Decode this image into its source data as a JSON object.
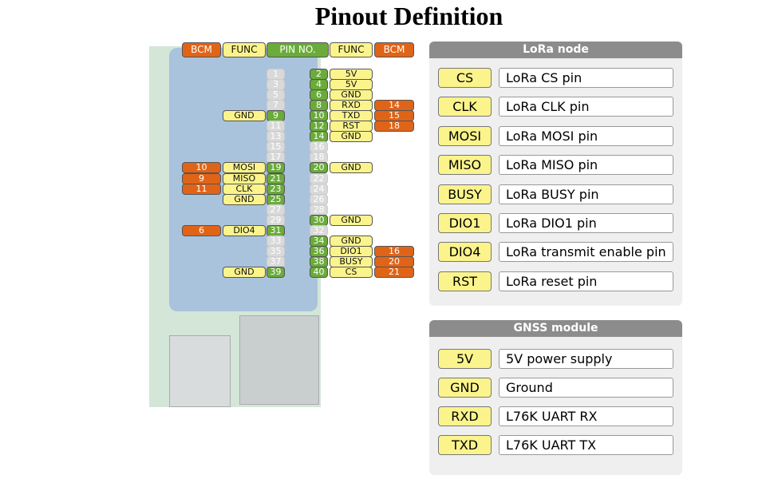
{
  "title": "Pinout Definition",
  "header": {
    "bcm_left": "BCM",
    "func_left": "FUNC",
    "pin_no": "PIN NO.",
    "func_right": "FUNC",
    "bcm_right": "BCM"
  },
  "pin_rows": [
    {
      "odd": {
        "pin": "1"
      },
      "even": {
        "pin": "2",
        "func": "5V"
      }
    },
    {
      "odd": {
        "pin": "3"
      },
      "even": {
        "pin": "4",
        "func": "5V"
      }
    },
    {
      "odd": {
        "pin": "5"
      },
      "even": {
        "pin": "6",
        "func": "GND"
      }
    },
    {
      "odd": {
        "pin": "7"
      },
      "even": {
        "pin": "8",
        "func": "RXD",
        "bcm": "14"
      }
    },
    {
      "odd": {
        "pin": "9",
        "func": "GND"
      },
      "even": {
        "pin": "10",
        "func": "TXD",
        "bcm": "15"
      }
    },
    {
      "odd": {
        "pin": "11"
      },
      "even": {
        "pin": "12",
        "func": "RST",
        "bcm": "18"
      }
    },
    {
      "odd": {
        "pin": "13"
      },
      "even": {
        "pin": "14",
        "func": "GND"
      }
    },
    {
      "odd": {
        "pin": "15"
      },
      "even": {
        "pin": "16"
      }
    },
    {
      "odd": {
        "pin": "17"
      },
      "even": {
        "pin": "18"
      }
    },
    {
      "odd": {
        "pin": "19",
        "func": "MOSI",
        "bcm": "10"
      },
      "even": {
        "pin": "20",
        "func": "GND"
      }
    },
    {
      "odd": {
        "pin": "21",
        "func": "MISO",
        "bcm": "9"
      },
      "even": {
        "pin": "22"
      }
    },
    {
      "odd": {
        "pin": "23",
        "func": "CLK",
        "bcm": "11"
      },
      "even": {
        "pin": "24"
      }
    },
    {
      "odd": {
        "pin": "25",
        "func": "GND"
      },
      "even": {
        "pin": "26"
      }
    },
    {
      "odd": {
        "pin": "27"
      },
      "even": {
        "pin": "28"
      }
    },
    {
      "odd": {
        "pin": "29"
      },
      "even": {
        "pin": "30",
        "func": "GND"
      }
    },
    {
      "odd": {
        "pin": "31",
        "func": "DIO4",
        "bcm": "6"
      },
      "even": {
        "pin": "32"
      }
    },
    {
      "odd": {
        "pin": "33"
      },
      "even": {
        "pin": "34",
        "func": "GND"
      }
    },
    {
      "odd": {
        "pin": "35"
      },
      "even": {
        "pin": "36",
        "func": "DIO1",
        "bcm": "16"
      }
    },
    {
      "odd": {
        "pin": "37"
      },
      "even": {
        "pin": "38",
        "func": "BUSY",
        "bcm": "20"
      }
    },
    {
      "odd": {
        "pin": "39",
        "func": "GND"
      },
      "even": {
        "pin": "40",
        "func": "CS",
        "bcm": "21"
      }
    }
  ],
  "lora": {
    "title": "LoRa node",
    "rows": [
      {
        "label": "CS",
        "desc": "LoRa CS pin"
      },
      {
        "label": "CLK",
        "desc": "LoRa CLK pin"
      },
      {
        "label": "MOSI",
        "desc": "LoRa MOSI pin"
      },
      {
        "label": "MISO",
        "desc": "LoRa MISO pin"
      },
      {
        "label": "BUSY",
        "desc": "LoRa BUSY pin"
      },
      {
        "label": "DIO1",
        "desc": "LoRa DIO1 pin"
      },
      {
        "label": "DIO4",
        "desc": "LoRa transmit enable pin"
      },
      {
        "label": "RST",
        "desc": "LoRa reset pin"
      }
    ]
  },
  "gnss": {
    "title": "GNSS module",
    "rows": [
      {
        "label": "5V",
        "desc": "5V power supply"
      },
      {
        "label": "GND",
        "desc": "Ground"
      },
      {
        "label": "RXD",
        "desc": "L76K UART RX"
      },
      {
        "label": "TXD",
        "desc": "L76K UART TX"
      }
    ]
  },
  "colors": {
    "bcm": "#e06417",
    "func": "#fbf48c",
    "pin_active": "#6aab3a",
    "pin_inactive": "#d9d9d9",
    "panel_header": "#8c8c8c"
  }
}
